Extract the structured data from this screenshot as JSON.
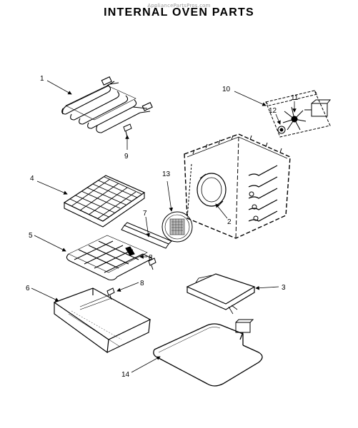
{
  "watermark": "AppliancePartsPros.com",
  "title": "INTERNAL OVEN PARTS",
  "callouts": [
    "1",
    "9",
    "10",
    "11",
    "12",
    "4",
    "13",
    "7",
    "2",
    "5",
    "8",
    "8",
    "6",
    "3",
    "14"
  ]
}
